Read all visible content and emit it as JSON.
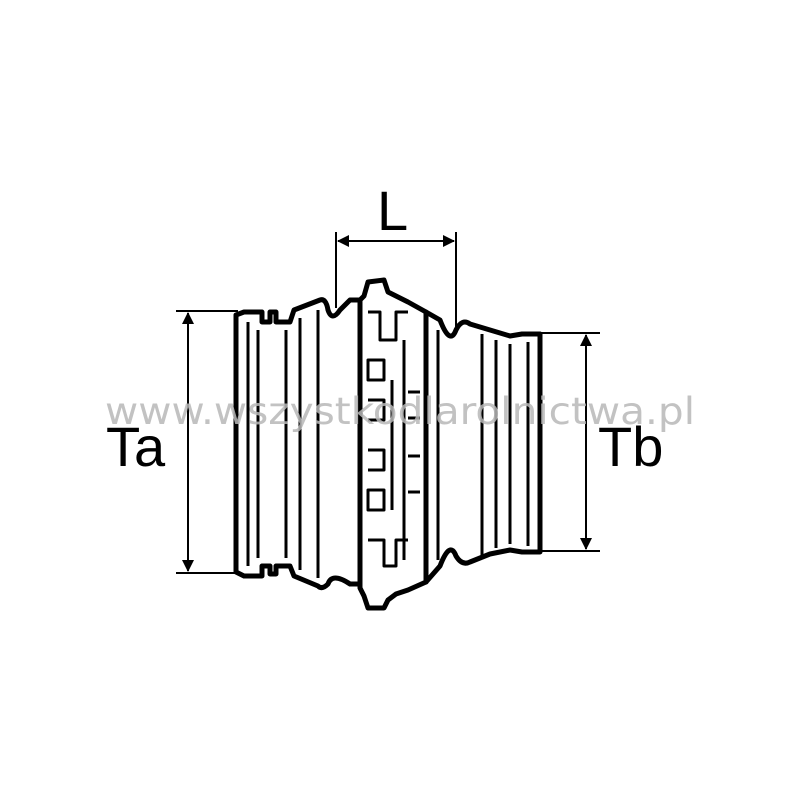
{
  "labels": {
    "left_diameter": "Ta",
    "right_diameter": "Tb",
    "length": "L"
  },
  "watermark": "www.wszystkodlarolnictwa.pl",
  "colors": {
    "background": "#ffffff",
    "line": "#000000",
    "watermark": "#b8b8b8"
  }
}
